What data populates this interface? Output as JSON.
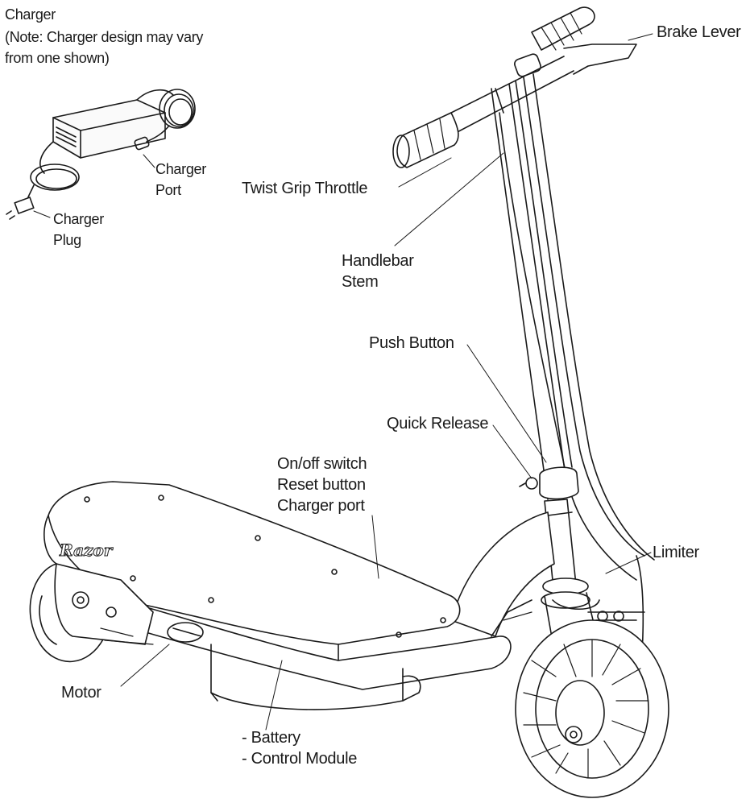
{
  "charger": {
    "title": "Charger",
    "note_line1": "(Note: Charger design may vary",
    "note_line2": "from one shown)",
    "port_line1": "Charger",
    "port_line2": "Port",
    "plug_line1": "Charger",
    "plug_line2": "Plug"
  },
  "labels": {
    "brake_lever": "Brake Lever",
    "twist_grip_throttle": "Twist Grip Throttle",
    "handlebar_stem_line1": "Handlebar",
    "handlebar_stem_line2": "Stem",
    "push_button": "Push Button",
    "quick_release": "Quick Release",
    "deck_line1": "On/off switch",
    "deck_line2": "Reset button",
    "deck_line3": "Charger port",
    "limiter": "Limiter",
    "motor": "Motor",
    "battery_line1": "- Battery",
    "battery_line2": "- Control Module"
  },
  "brand_logo": "Razor",
  "colors": {
    "ink": "#1a1a1a",
    "background": "#ffffff"
  }
}
